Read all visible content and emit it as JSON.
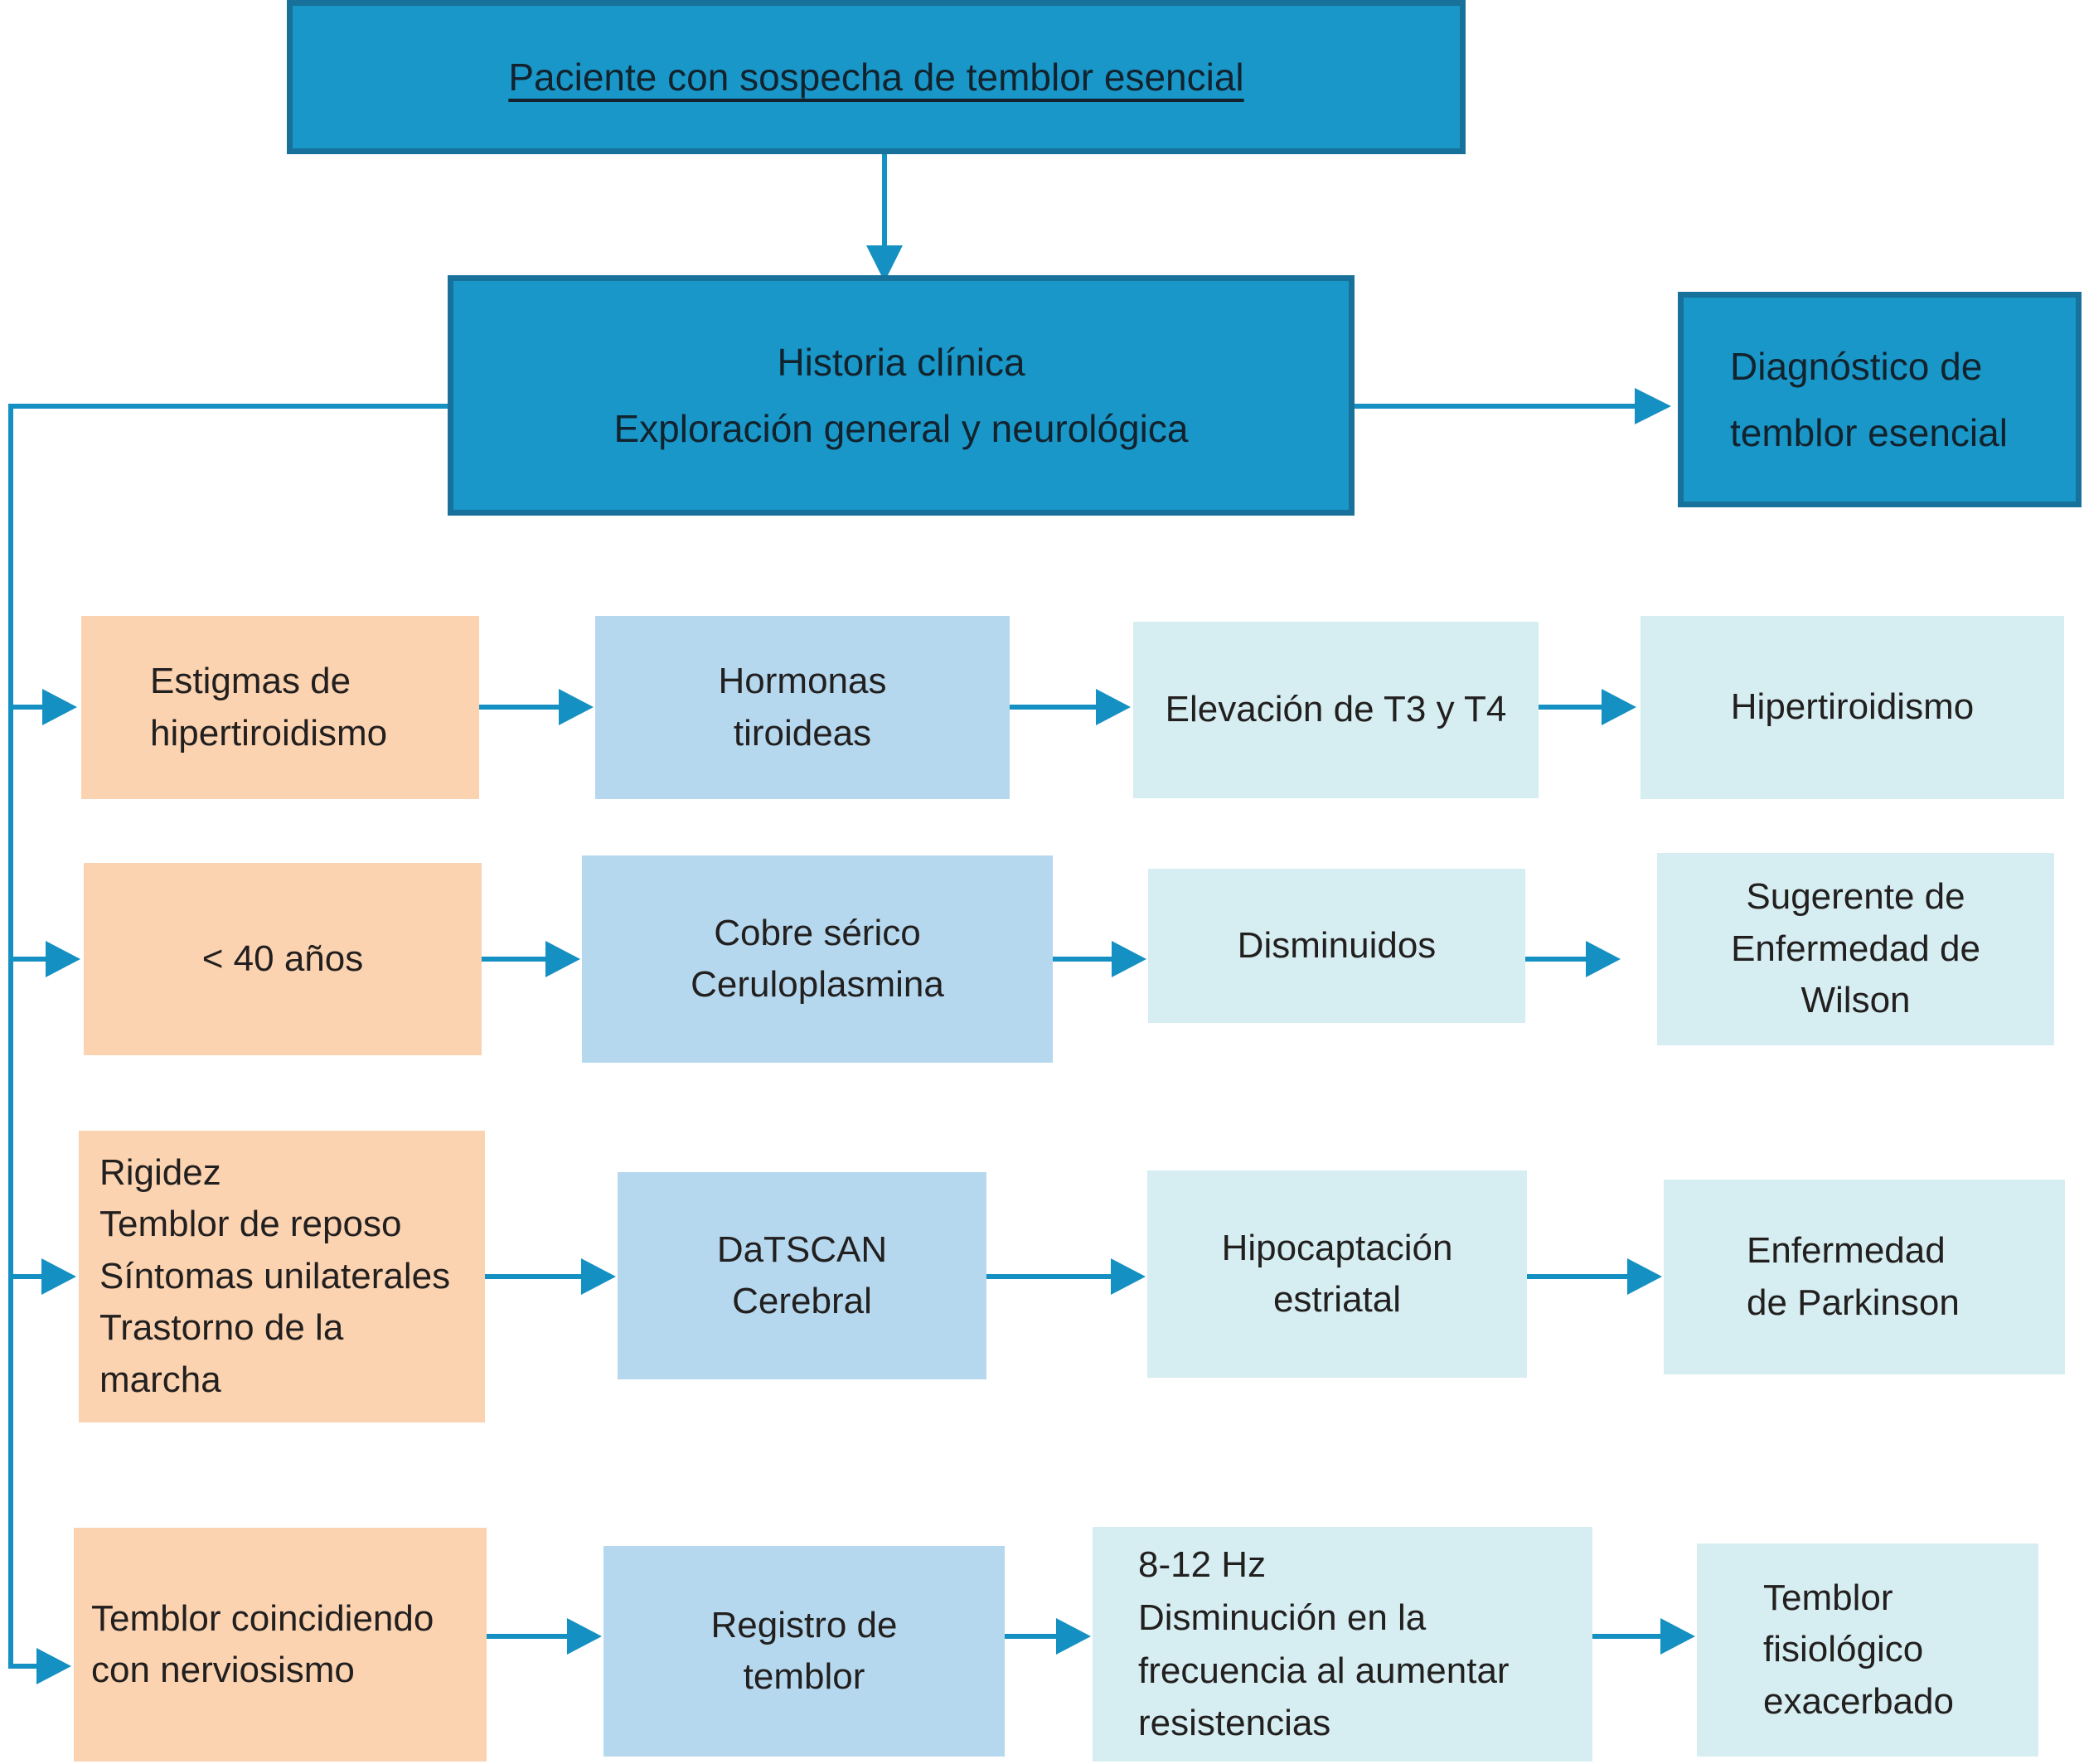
{
  "palette": {
    "node_fill_dark_blue": "#1997c9",
    "node_border_dark_blue": "#17719a",
    "node_fill_orange": "#fbd3b1",
    "node_fill_light_blue": "#b5d8ee",
    "node_fill_pale_cyan": "#d6edf1",
    "connector_color": "#1590c2",
    "text_dark": "#12232e",
    "text_body": "#221f1f"
  },
  "nodes": {
    "start": "Paciente con sospecha de temblor esencial",
    "evaluation": "Historia clínica\nExploración general y neurológica",
    "diagnosis": "Diagnóstico de\ntemblor esencial"
  },
  "rows": [
    {
      "finding": "Estigmas de\nhipertiroidismo",
      "test": "Hormonas\ntiroideas",
      "result": "Elevación de T3 y T4",
      "conclusion": "Hipertiroidismo"
    },
    {
      "finding": "< 40 años",
      "test": "Cobre sérico\nCeruloplasmina",
      "result": "Disminuidos",
      "conclusion": "Sugerente de\nEnfermedad de\nWilson"
    },
    {
      "finding": "Rigidez\nTemblor de reposo\nSíntomas unilaterales\nTrastorno de la\nmarcha",
      "test": "DaTSCAN\nCerebral",
      "result": "Hipocaptación\nestriatal",
      "conclusion": "Enfermedad\nde Parkinson"
    },
    {
      "finding": "Temblor coincidiendo\ncon nerviosismo",
      "test": "Registro de\ntemblor",
      "result": "8-12 Hz\nDisminución en la\nfrecuencia al aumentar\nresistencias",
      "conclusion": "Temblor\nfisiológico\nexacerbado"
    }
  ]
}
